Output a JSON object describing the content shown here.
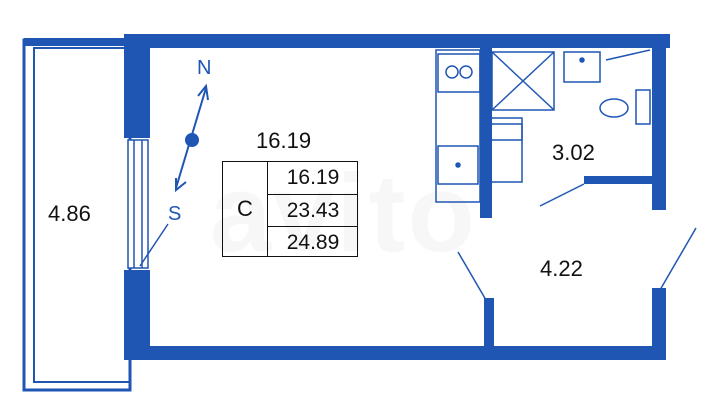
{
  "colors": {
    "wall": "#1f56b4",
    "fixture": "#1f56b4",
    "text": "#111111"
  },
  "rooms": {
    "balcony_area": "4.86",
    "main_room_area": "16.19",
    "bathroom_area": "3.02",
    "hall_area": "4.22"
  },
  "compass": {
    "north": "N",
    "south": "S"
  },
  "area_table": {
    "code": "С",
    "living": "16.19",
    "total": "23.43",
    "total_with_balcony": "24.89"
  },
  "watermark": "avito"
}
